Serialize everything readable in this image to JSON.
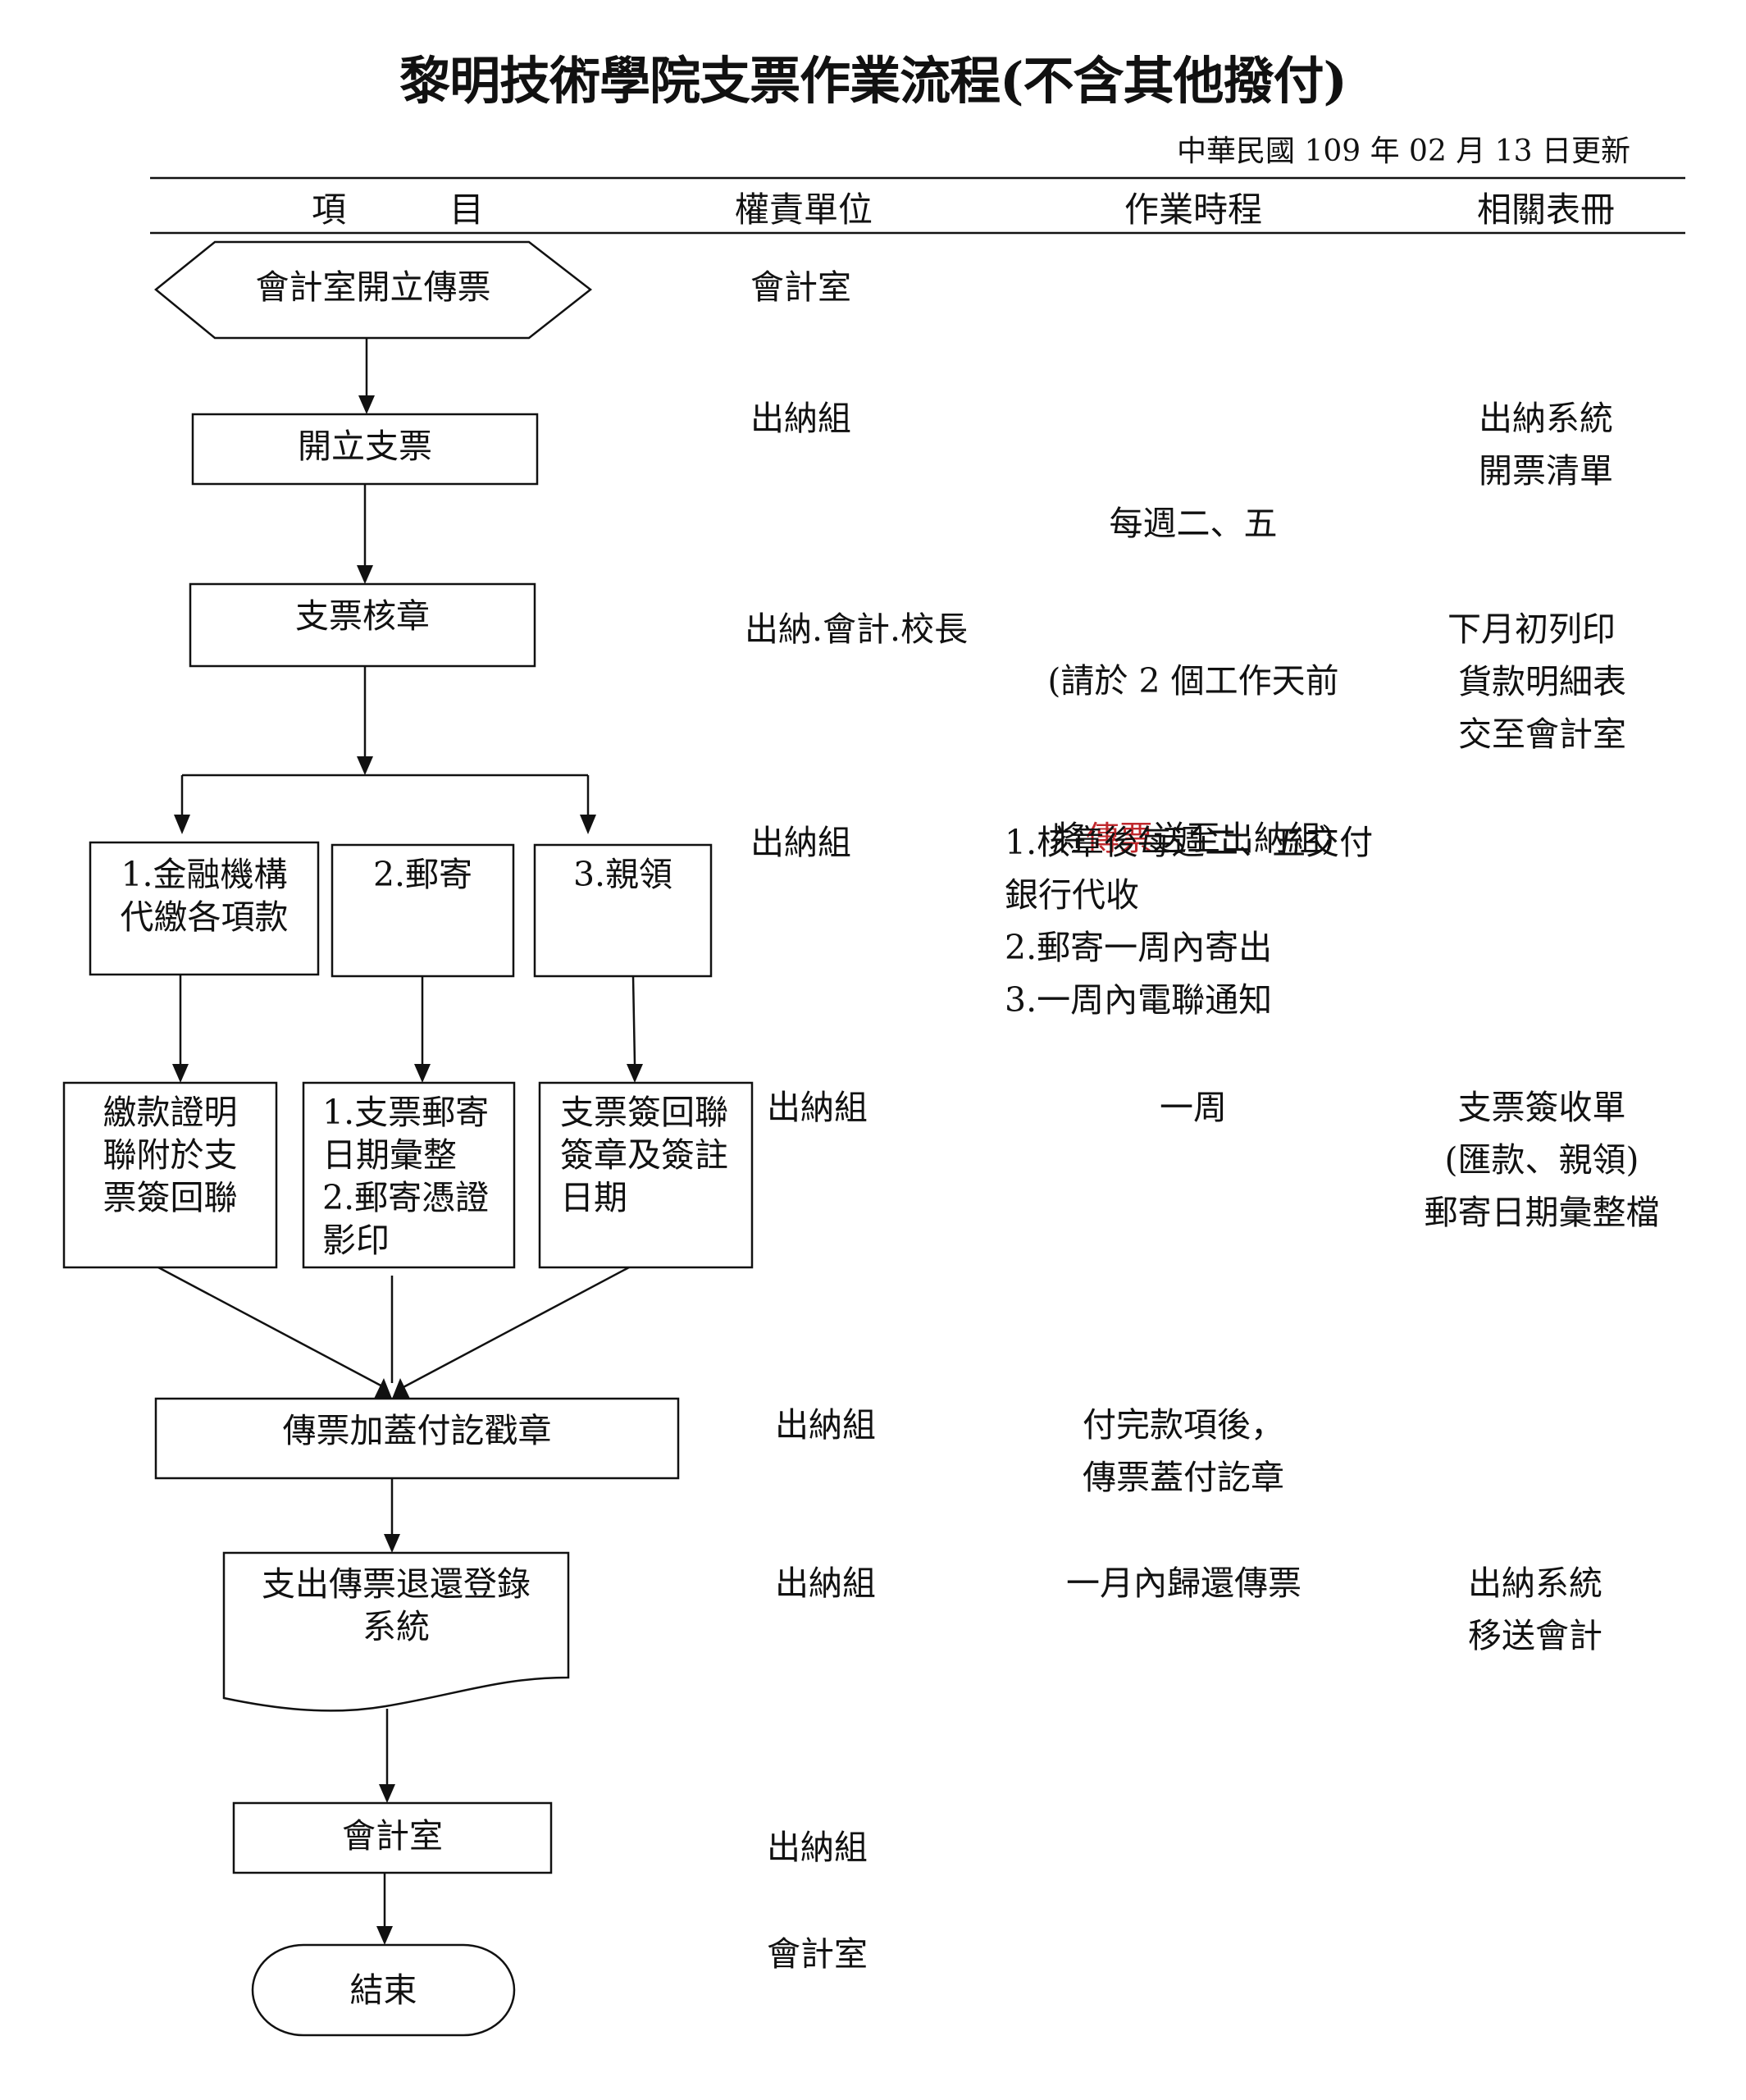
{
  "title": "黎明技術學院支票作業流程(不含其他撥付)",
  "updated": "中華民國 109 年 02 月 13 日更新",
  "header": {
    "item": "項　　　目",
    "responsible": "權責單位",
    "schedule": "作業時程",
    "forms": "相關表冊"
  },
  "nodes": {
    "start": "會計室開立傳票",
    "issue_check": "開立支票",
    "check_seal": "支票核章",
    "branch_1": "1.金融機構\n代繳各項款",
    "branch_2": "2.郵寄",
    "branch_3": "3.親領",
    "proof_1": "繳款證明\n聯附於支\n票簽回聯",
    "proof_2": "1.支票郵寄\n日期彙整\n2.郵寄憑證\n影印",
    "proof_3": "支票簽回聯\n簽章及簽註\n日期",
    "stamp": "傳票加蓋付訖戳章",
    "return_register": "支出傳票退還登錄\n系統",
    "accounting": "會計室",
    "end": "結束"
  },
  "rows": [
    {
      "responsible": "會計室",
      "schedule": "",
      "forms": ""
    },
    {
      "responsible": "出納組",
      "schedule_lines": [
        "每週二、五",
        "(請於 2 個工作天前"
      ],
      "schedule_last": {
        "prefix": "將",
        "highlight": "傳票",
        "suffix": "送至出納組)"
      },
      "forms": "出納系統\n開票清單"
    },
    {
      "responsible": "出納.會計.校長",
      "schedule": "",
      "forms": "下月初列印\n 貨款明細表\n 交至會計室"
    },
    {
      "responsible": "出納組",
      "schedule": "1.核章後每週二、五交付\n銀行代收\n2.郵寄一周內寄出\n3.一周內電聯通知",
      "forms": ""
    },
    {
      "responsible": "出納組",
      "schedule": "一周",
      "forms": "支票簽收單\n(匯款、親領)\n郵寄日期彙整檔"
    },
    {
      "responsible": "出納組",
      "schedule": "付完款項後，\n傳票蓋付訖章",
      "forms": ""
    },
    {
      "responsible": "出納組",
      "schedule": "一月內歸還傳票",
      "forms": "出納系統\n移送會計"
    },
    {
      "responsible": "出納組",
      "schedule": "",
      "forms": ""
    },
    {
      "responsible": "會計室",
      "schedule": "",
      "forms": ""
    }
  ],
  "colors": {
    "line": "#111111",
    "highlight": "#c0282d"
  }
}
